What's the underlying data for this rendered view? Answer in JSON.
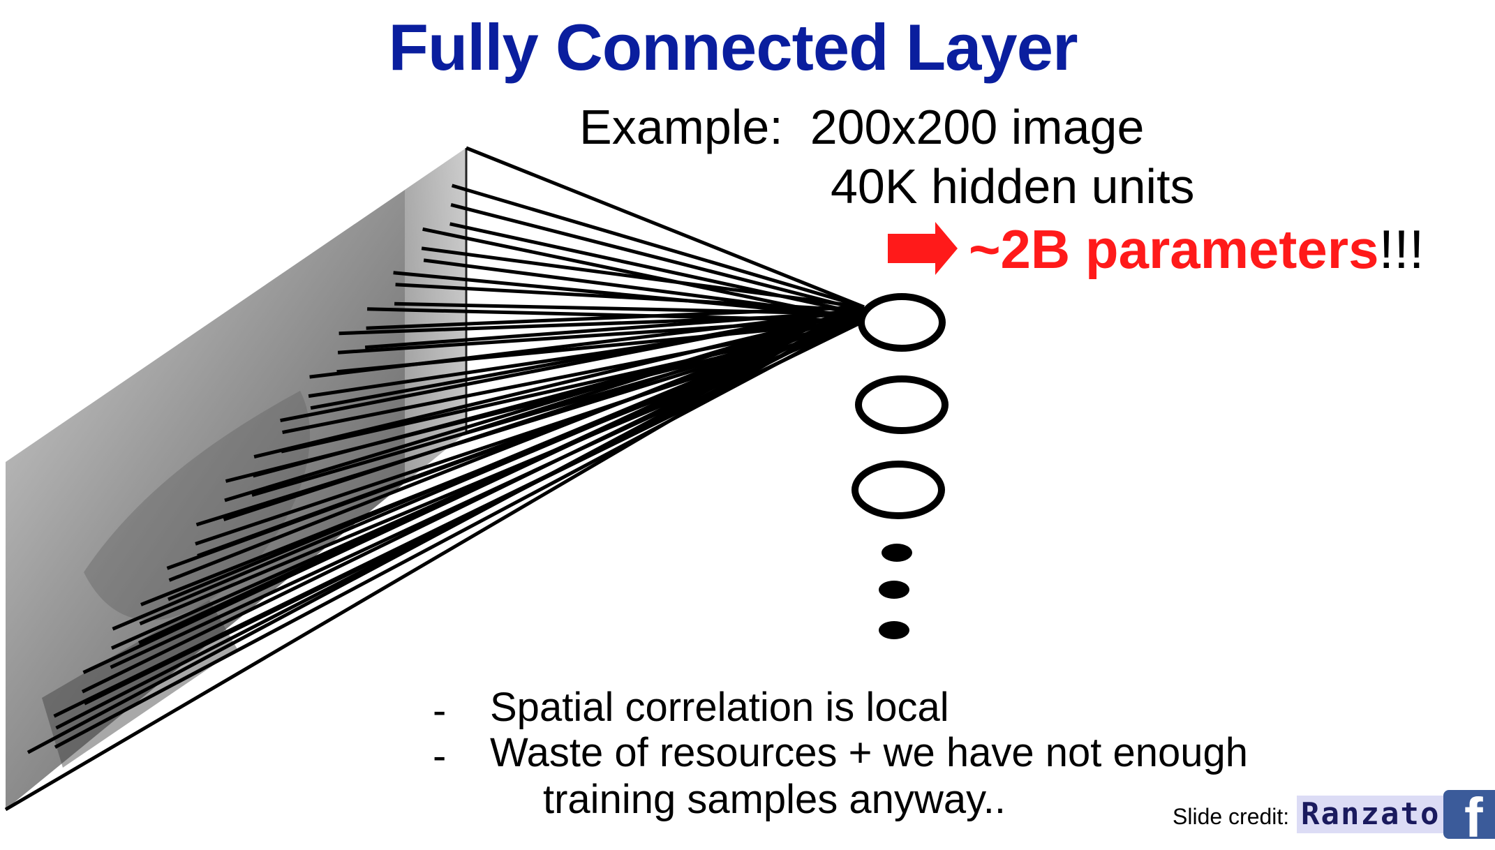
{
  "title": "Fully Connected Layer",
  "example": {
    "line1": "Example:  200x200 image",
    "line2": "40K hidden units"
  },
  "parameters": {
    "text": "~2B parameters",
    "suffix": "!!!",
    "color": "#ff1a1a"
  },
  "bullets": [
    {
      "marker": "-",
      "text": "Spatial correlation is local"
    },
    {
      "marker": "-",
      "text": "Waste of resources + we have not enough"
    },
    {
      "marker": "",
      "text": "training samples anyway.."
    }
  ],
  "credit": {
    "label": "Slide credit:",
    "name": "Ranzato"
  },
  "colors": {
    "title": "#0a1e9e",
    "arrow": "#ff1a1a"
  },
  "icons": [
    "facebook-icon",
    "right-arrow-icon"
  ]
}
